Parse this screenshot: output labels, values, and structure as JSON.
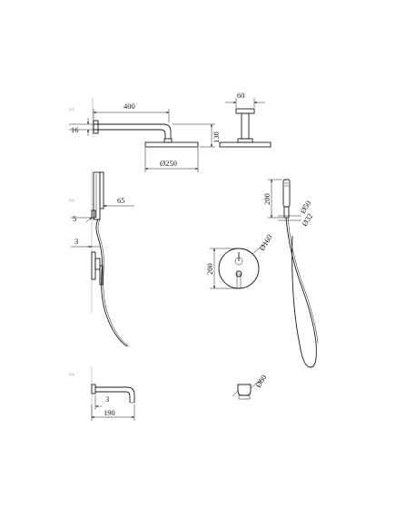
{
  "dimensions": {
    "arm_length": "400",
    "arm_offset": "16",
    "arm_drop": "130",
    "head_diameter": "Ø250",
    "flange_width": "60",
    "slide_width": "65",
    "slide_offset": "5",
    "valve_offset": "3",
    "hand_length": "200",
    "hand_diameter": "Ø50",
    "hose_diameter": "Ø32",
    "plate_diameter": "Ø160",
    "plate_height": "200",
    "spout_offset": "3",
    "spout_length": "190",
    "spout_diameter": "Ø60"
  },
  "wall_tags": [
    "0,5",
    "0,5",
    "0,5"
  ]
}
